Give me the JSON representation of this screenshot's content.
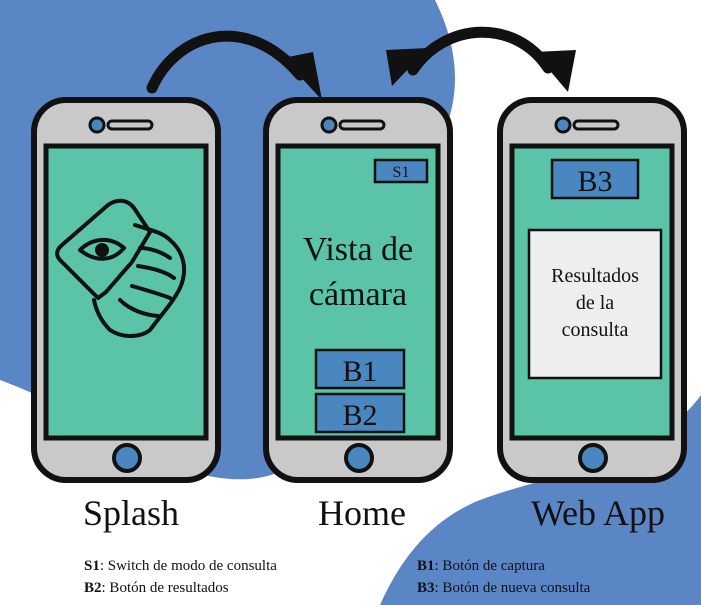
{
  "phones": {
    "splash": {
      "label": "Splash"
    },
    "home": {
      "label": "Home",
      "s1_label": "S1",
      "camera_view_line1": "Vista de",
      "camera_view_line2": "cámara",
      "b1_label": "B1",
      "b2_label": "B2"
    },
    "webapp": {
      "label": "Web App",
      "b3_label": "B3",
      "results_line1": "Resultados",
      "results_line2": "de la",
      "results_line3": "consulta"
    }
  },
  "legend": {
    "s1_key": "S1",
    "s1_text": ": Switch de modo de consulta",
    "b2_key": "B2",
    "b2_text": ": Botón de resultados",
    "b1_key": "B1",
    "b1_text": ": Botón de captura",
    "b3_key": "B3",
    "b3_text": ": Botón de nueva consulta"
  },
  "colors": {
    "background_blob": "#5b86c5",
    "screen": "#5bc4a8",
    "phone_body": "#c9c9c9",
    "phone_outline": "#111111",
    "button_fill": "#4a86c0",
    "home_button": "#4a86c0",
    "results_box": "#eeeeee"
  }
}
